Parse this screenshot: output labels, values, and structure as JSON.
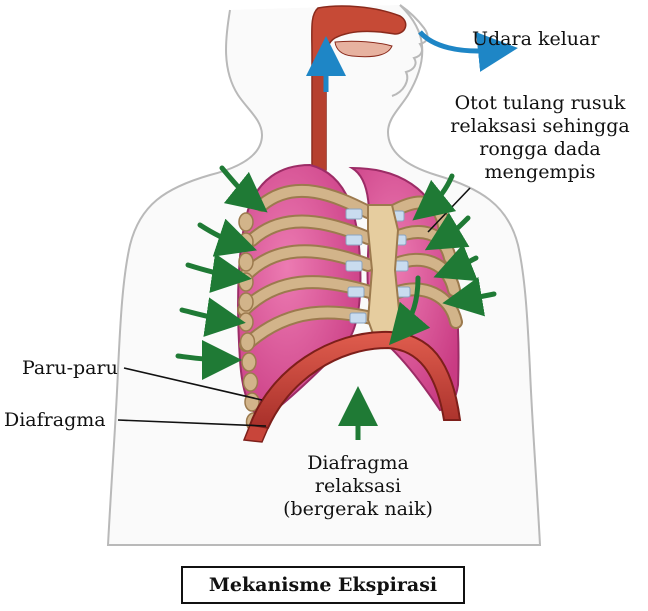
{
  "labels": {
    "air_out": "Udara keluar",
    "rib_muscle": [
      "Otot tulang rusuk",
      "relaksasi sehingga",
      "rongga dada",
      "mengempis"
    ],
    "lungs": "Paru-paru",
    "diaphragm": "Diafragma",
    "diaphragm_state": [
      "Diafragma",
      "relaksasi",
      "(bergerak naik)"
    ]
  },
  "title": "Mekanisme Ekspirasi",
  "colors": {
    "lung": "#e0559a",
    "lung_dark": "#b8327a",
    "rib": "#d2b48a",
    "rib_dark": "#9c7a4e",
    "cartilage": "#c9dcef",
    "diaphragm": "#c8453a",
    "trachea": "#b6402e",
    "force_arrow": "#1f7a35",
    "air_arrow": "#1e86c6",
    "body_outline": "#b9b9b9"
  },
  "icons": [
    "air-out-arrow",
    "force-arrow",
    "trachea-airflow-arrow",
    "diaphragm-up-arrow"
  ]
}
